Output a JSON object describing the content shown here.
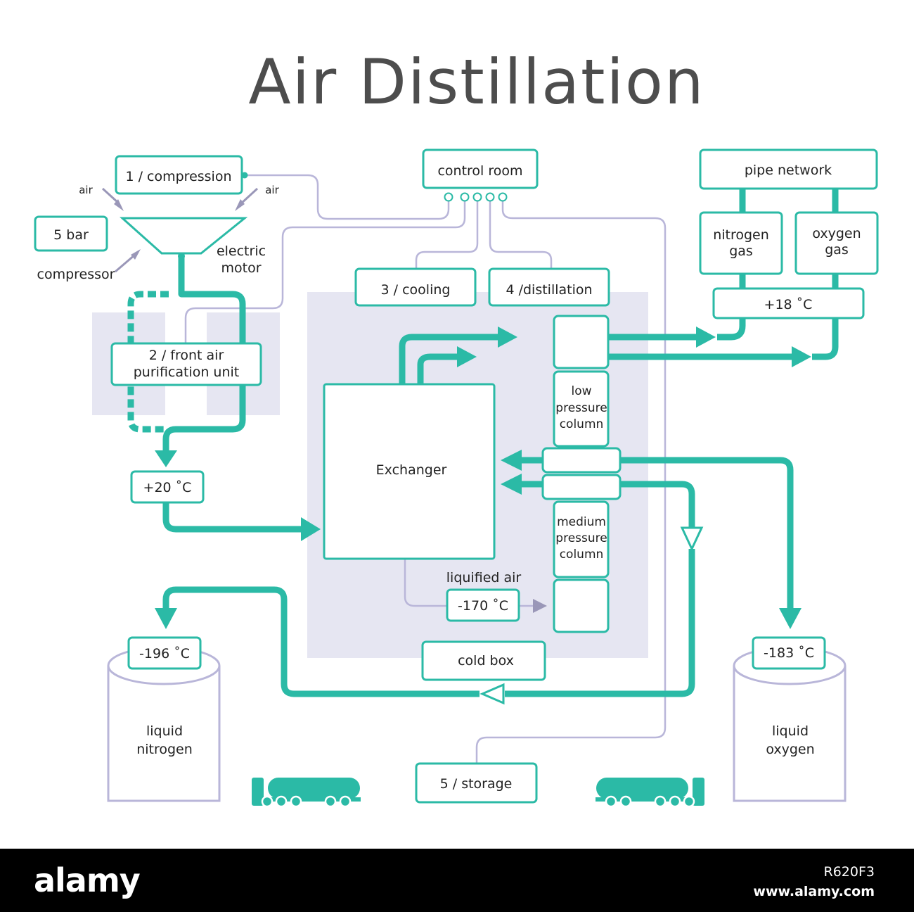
{
  "title": "Air Distillation",
  "labels": {
    "compression": "1 / compression",
    "air_left": "air",
    "air_right": "air",
    "five_bar": "5  bar",
    "compressor": "compressor",
    "electric": "electric",
    "motor": "motor",
    "front_air_1": "2 / front  air",
    "front_air_2": "purification  unit",
    "plus20": "+20 ˚C",
    "control_room": "control  room",
    "cooling": "3 / cooling",
    "distillation": "4 /distillation",
    "pipe_network": "pipe  network",
    "nitrogen_gas_1": "nitrogen",
    "nitrogen_gas_2": "gas",
    "oxygen_gas_1": "oxygen",
    "oxygen_gas_2": "gas",
    "plus18": "+18 ˚C",
    "exchanger": "Exchanger",
    "low_1": "low",
    "low_2": "pressure",
    "low_3": "column",
    "medium_1": "medium",
    "medium_2": "pressure",
    "medium_3": "column",
    "liquified_air": "liquified  air",
    "minus170": "-170 ˚C",
    "cold_box": "cold  box",
    "minus196": "-196 ˚C",
    "minus183": "-183 ˚C",
    "liquid_nitrogen_1": "liquid",
    "liquid_nitrogen_2": "nitrogen",
    "liquid_oxygen_1": "liquid",
    "liquid_oxygen_2": "oxygen",
    "storage": "5 / storage"
  },
  "colors": {
    "accent": "#2bbaa6",
    "control_line": "#b9b6d9",
    "cold_box_fill": "#e6e6f2",
    "arrow_gray": "#9a97b8"
  },
  "footer": {
    "brand": "alamy",
    "image_id": "R620F3",
    "site": "www.alamy.com"
  }
}
